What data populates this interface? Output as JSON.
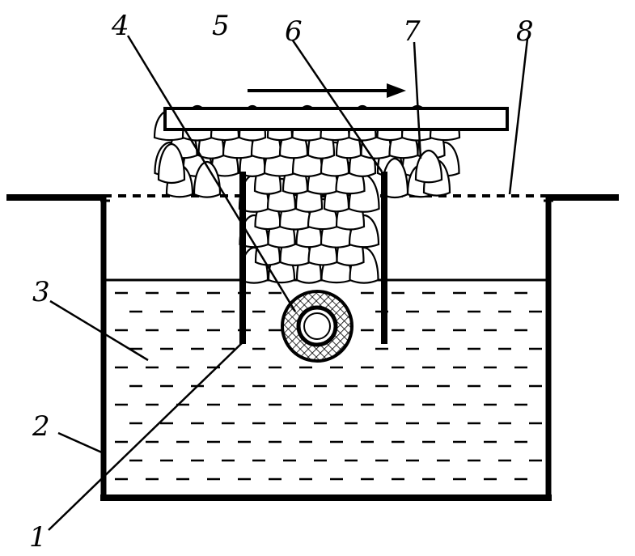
{
  "labels": {
    "l1": "1",
    "l2": "2",
    "l3": "3",
    "l4": "4",
    "l5": "5",
    "l6": "6",
    "l7": "7",
    "l8": "8"
  },
  "colors": {
    "ink": "#000000",
    "paper": "#ffffff"
  },
  "icons": {
    "motion_arrow": "arrow-right-icon"
  }
}
